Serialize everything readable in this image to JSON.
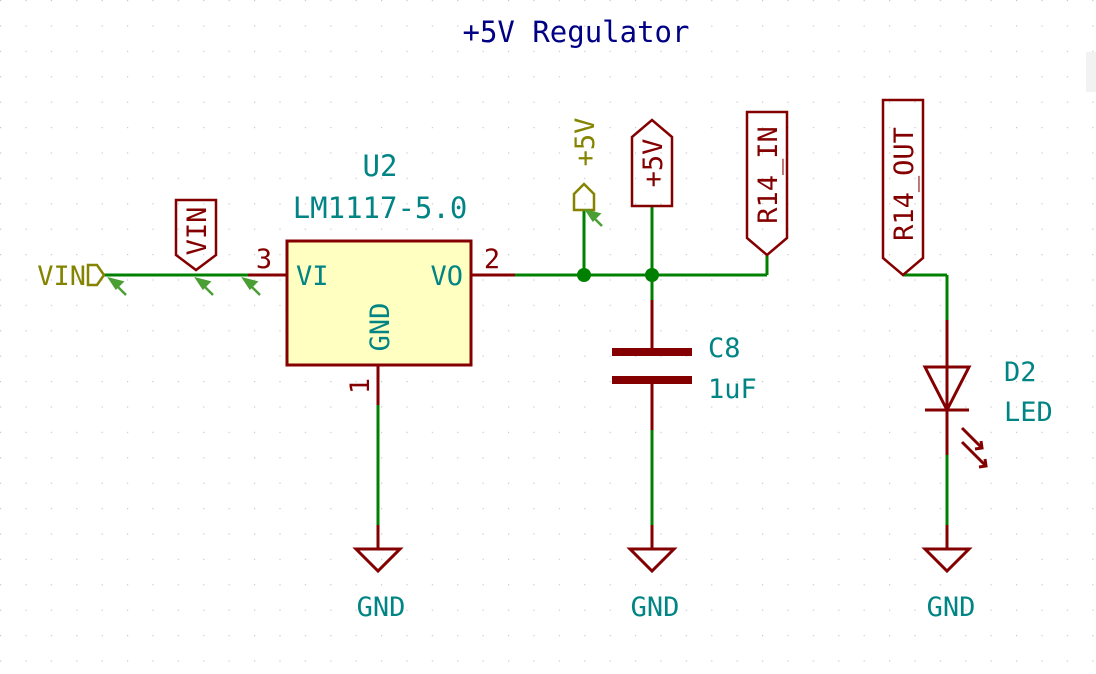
{
  "sheet": {
    "title": "+5V Regulator",
    "colors": {
      "background": "#ffffff",
      "grid_dot": "#c8c8c8",
      "wire": "#008000",
      "component_body": "#840000",
      "component_fill": "#ffffc2",
      "value_text": "#008484",
      "pin_number": "#840000",
      "label_outline": "#840000",
      "power_flag": "#848400",
      "title_text": "#000084",
      "no_connect_arrow": "#4a9f34"
    }
  },
  "regulator": {
    "reference": "U2",
    "value": "LM1117-5.0",
    "pin_vi_name": "VI",
    "pin_vo_name": "VO",
    "pin_gnd_name": "GND",
    "pin_vi_number": "3",
    "pin_vo_number": "2",
    "pin_gnd_number": "1"
  },
  "capacitor": {
    "reference": "C8",
    "value": "1uF"
  },
  "led": {
    "reference": "D2",
    "value": "LED"
  },
  "labels": {
    "vin_port": "VIN",
    "vin_global": "VIN",
    "plus5v_flag": "+5V",
    "plus5v_global": "+5V",
    "r14_in": "R14_IN",
    "r14_out": "R14_OUT"
  },
  "ground_symbols": {
    "regulator_gnd": "GND",
    "capacitor_gnd": "GND",
    "led_gnd": "GND"
  }
}
